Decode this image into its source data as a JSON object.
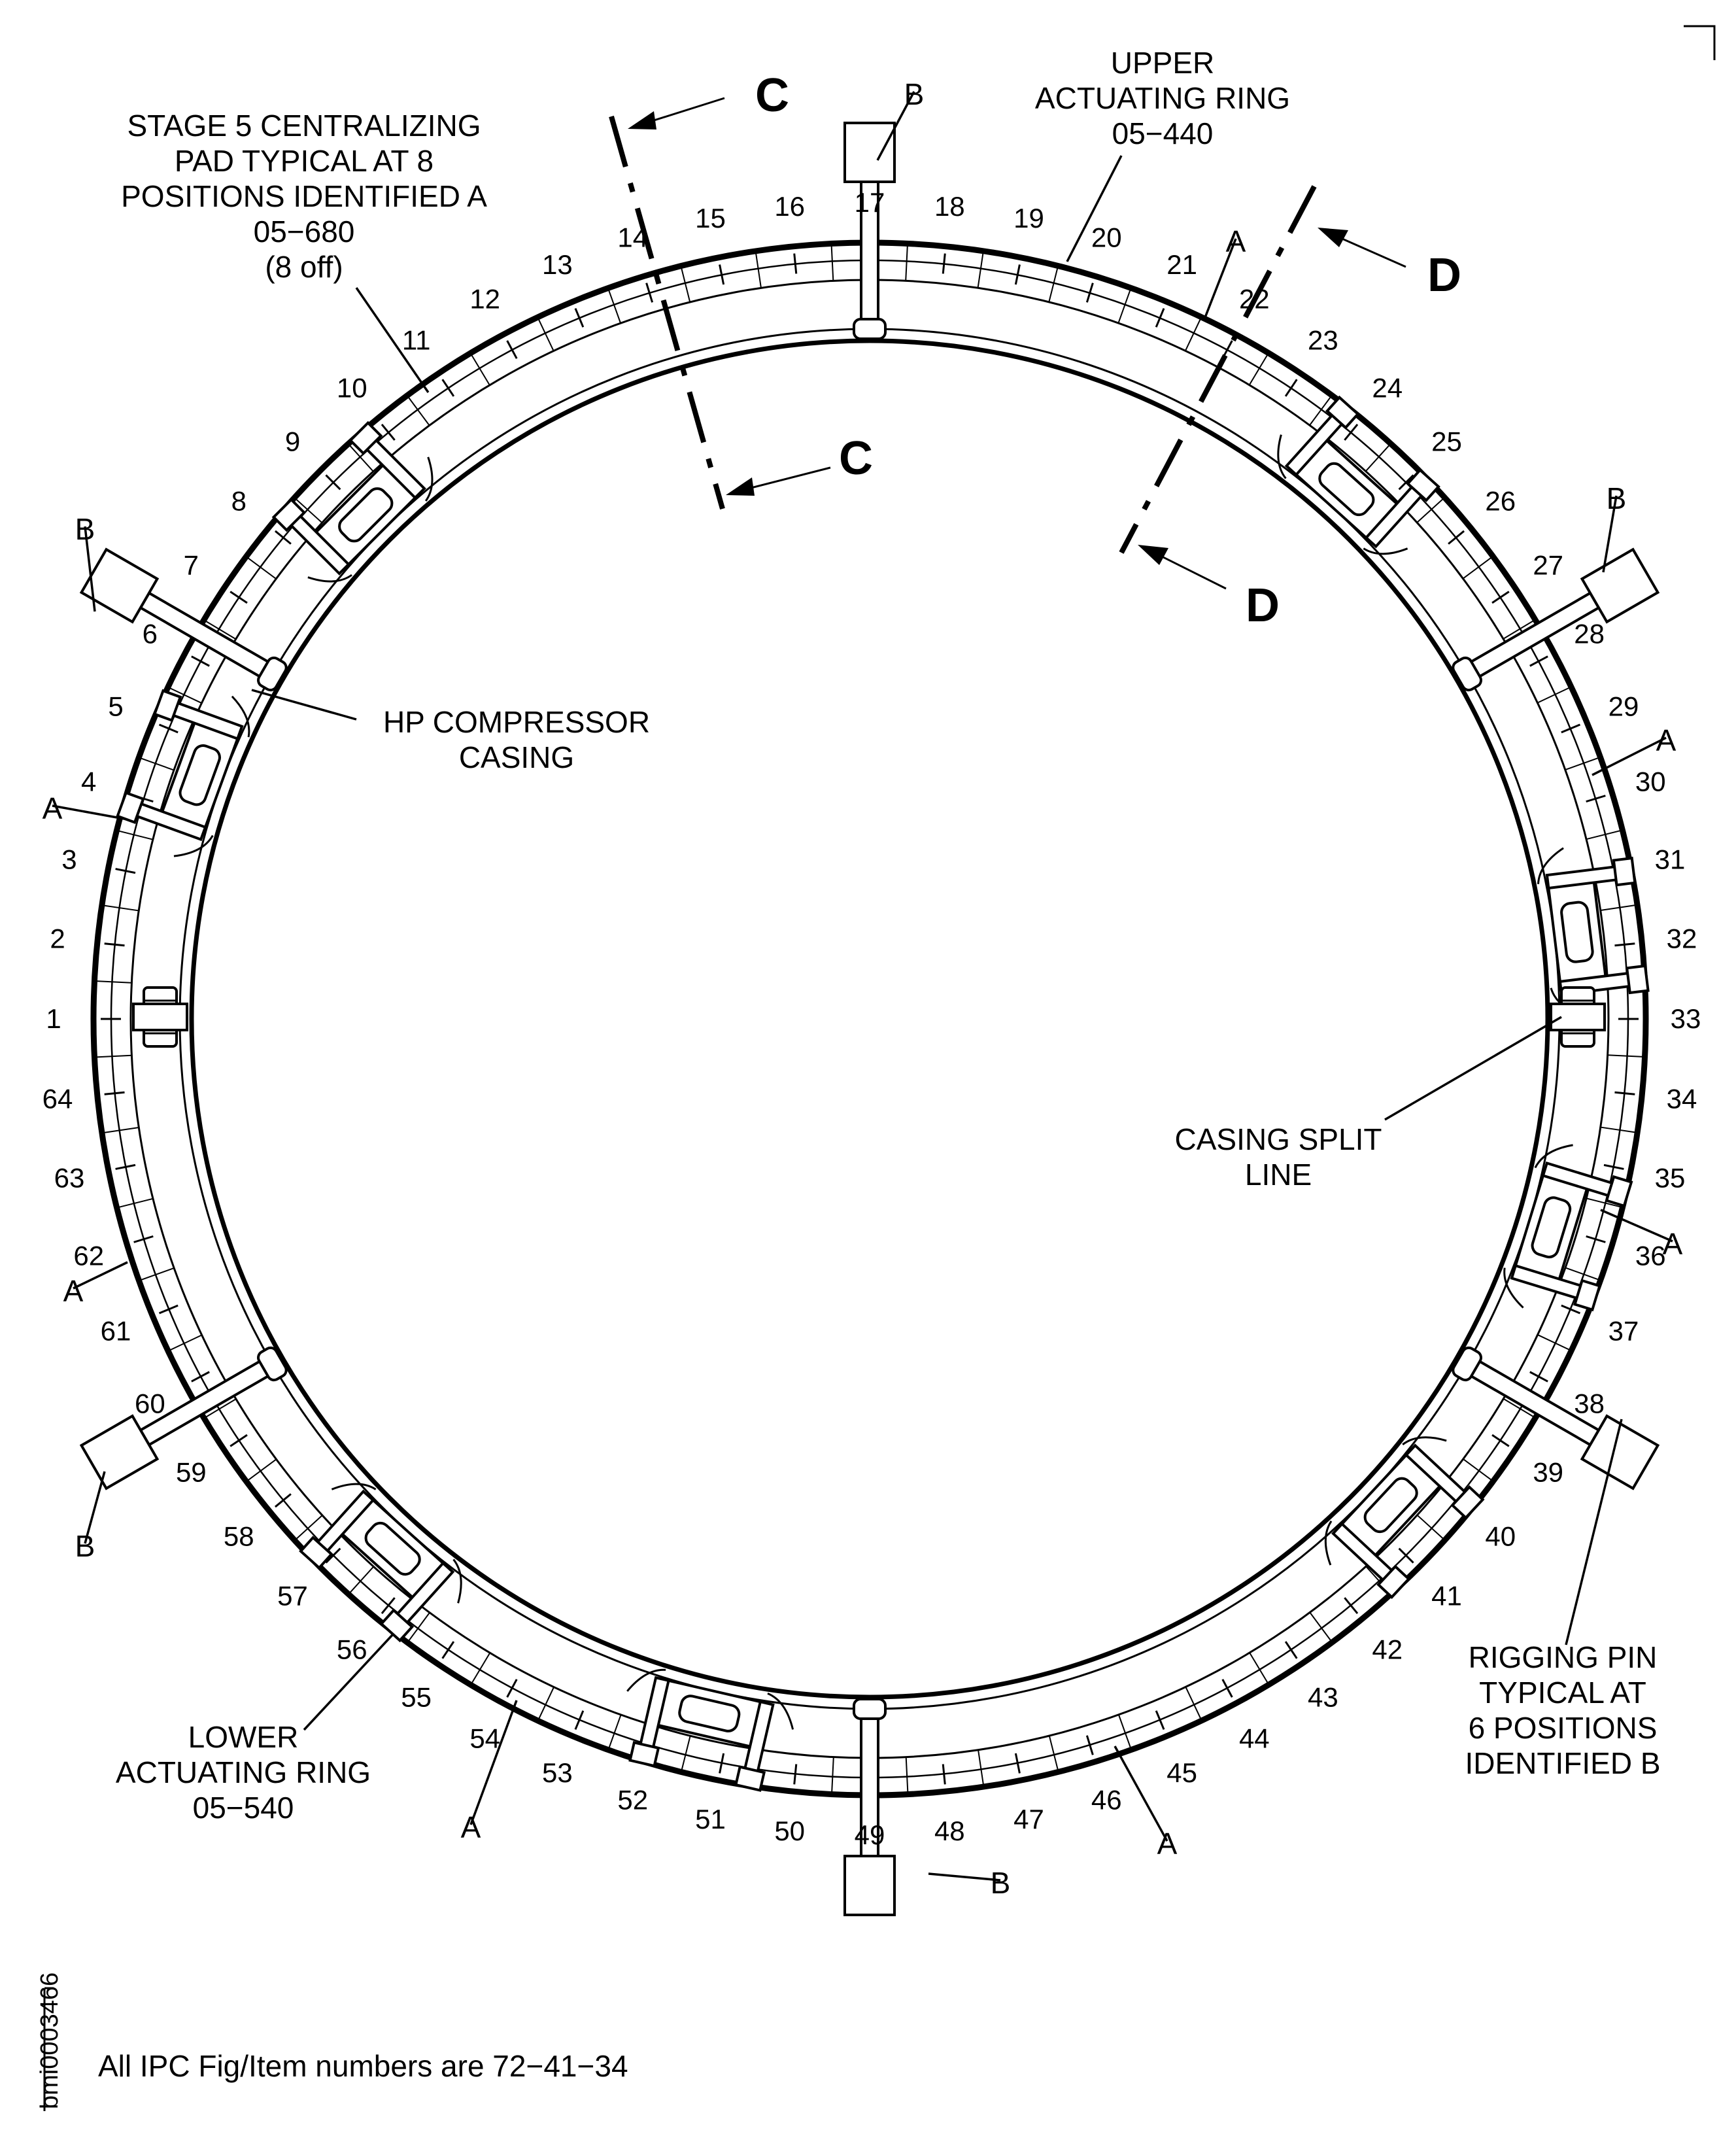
{
  "callouts": {
    "stage5_pad": [
      "STAGE 5 CENTRALIZING",
      "PAD TYPICAL AT 8",
      "POSITIONS IDENTIFIED A",
      "05−680",
      "(8 off)"
    ],
    "upper_ring": [
      "UPPER",
      "ACTUATING RING",
      "05−440"
    ],
    "hp_casing": [
      "HP COMPRESSOR",
      "CASING"
    ],
    "casing_split": [
      "CASING SPLIT",
      "LINE"
    ],
    "lower_ring": [
      "LOWER",
      "ACTUATING RING",
      "05−540"
    ],
    "rigging_pin": [
      "RIGGING PIN",
      "TYPICAL AT",
      "6 POSITIONS",
      "IDENTIFIED B"
    ]
  },
  "section_markers": {
    "c": "C",
    "d": "D"
  },
  "letter_a": "A",
  "letter_b": "B",
  "position_numbers": [
    "1",
    "2",
    "3",
    "4",
    "5",
    "6",
    "7",
    "8",
    "9",
    "10",
    "11",
    "12",
    "13",
    "14",
    "15",
    "16",
    "17",
    "18",
    "19",
    "20",
    "21",
    "22",
    "23",
    "24",
    "25",
    "26",
    "27",
    "28",
    "29",
    "30",
    "31",
    "32",
    "33",
    "34",
    "35",
    "36",
    "37",
    "38",
    "39",
    "40",
    "41",
    "42",
    "43",
    "44",
    "45",
    "46",
    "47",
    "48",
    "49",
    "50",
    "51",
    "52",
    "53",
    "54",
    "55",
    "56",
    "57",
    "58",
    "59",
    "60",
    "61",
    "62",
    "63",
    "64"
  ],
  "side_code": "bmi0003466",
  "footer_note": "All IPC Fig/Item numbers are 72−41−34"
}
